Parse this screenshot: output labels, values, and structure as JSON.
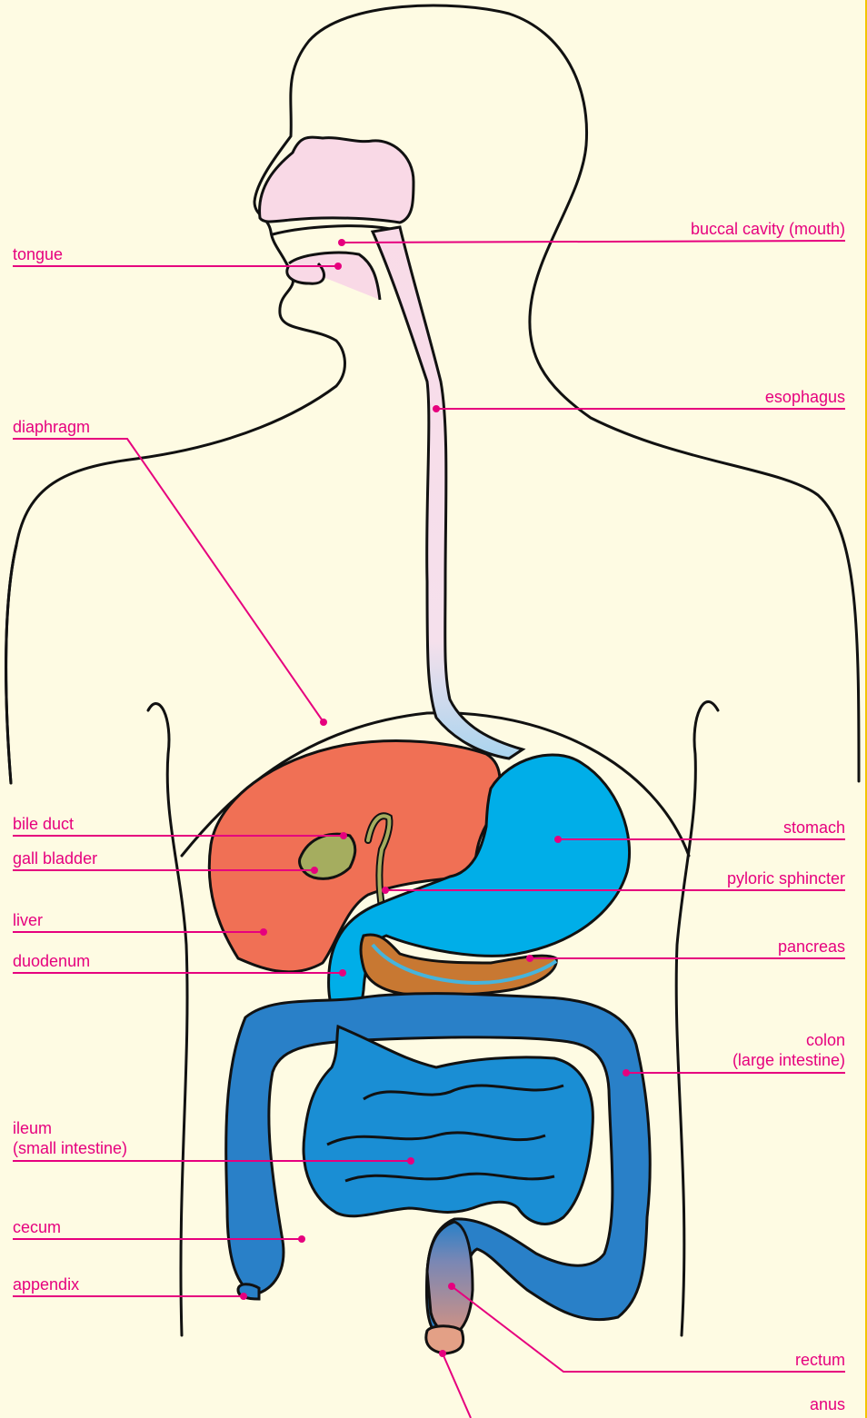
{
  "diagram": {
    "theme": {
      "background": "#fefbe3",
      "label_color": "#e6007e",
      "outline_color": "#111111",
      "edge_accent": "#f2c400"
    },
    "organ_colors": {
      "mouth": "#f9d9e6",
      "esophagus": "#f9dbe8",
      "liver": "#f07055",
      "gall_bladder": "#a5ad5f",
      "bile_duct": "#a5ad5f",
      "stomach": "#00aee8",
      "pancreas": "#c87832",
      "small_intestine": "#1a8ed4",
      "colon": "#2980c8",
      "rectum": "#c88a86",
      "anus": "#e3a086"
    },
    "labels": {
      "buccal_cavity": "buccal cavity (mouth)",
      "tongue": "tongue",
      "esophagus": "esophagus",
      "diaphragm": "diaphragm",
      "bile_duct": "bile duct",
      "gall_bladder": "gall bladder",
      "stomach": "stomach",
      "pyloric_sphincter": "pyloric sphincter",
      "liver": "liver",
      "pancreas": "pancreas",
      "duodenum": "duodenum",
      "colon_1": "colon",
      "colon_2": "(large intestine)",
      "ileum_1": "ileum",
      "ileum_2": "(small intestine)",
      "cecum": "cecum",
      "appendix": "appendix",
      "rectum": "rectum",
      "anus": "anus"
    }
  }
}
